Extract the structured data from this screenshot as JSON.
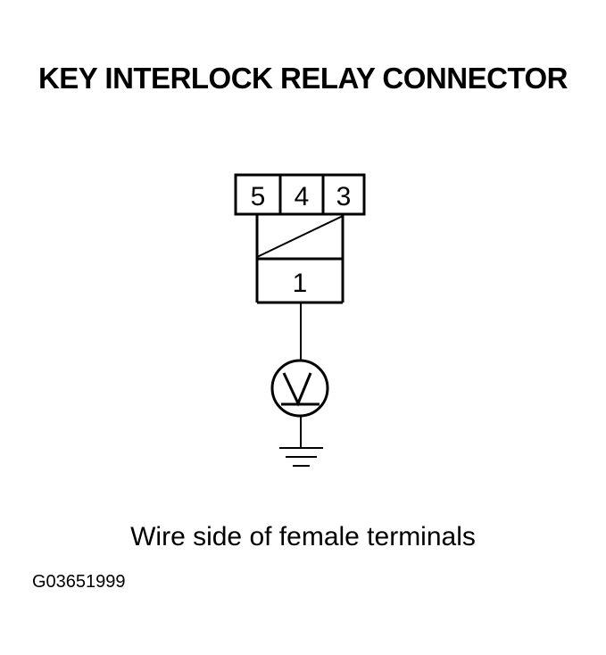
{
  "title": "KEY INTERLOCK RELAY CONNECTOR",
  "connector": {
    "top_pins": [
      "5",
      "4",
      "3"
    ],
    "bottom_pin": "1"
  },
  "meter": {
    "symbol": "V",
    "icon": "voltmeter-icon"
  },
  "ground": {
    "icon": "ground-icon"
  },
  "caption": "Wire side of female terminals",
  "figure_id": "G03651999",
  "colors": {
    "line": "#000000",
    "background": "#ffffff"
  }
}
